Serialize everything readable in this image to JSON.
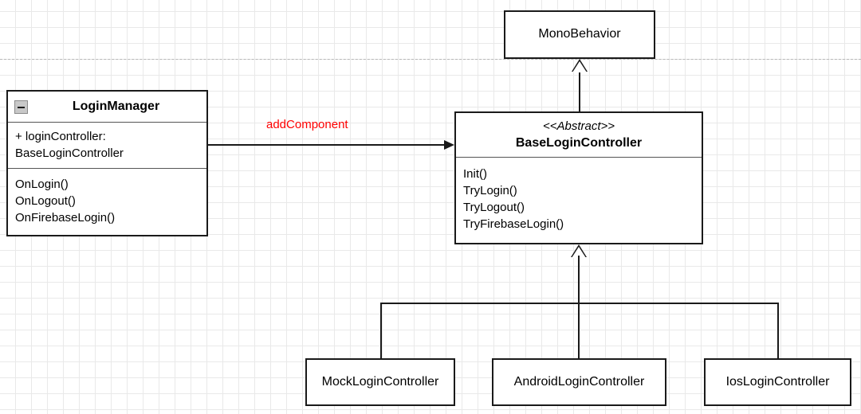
{
  "diagram": {
    "type": "uml-class-diagram",
    "background": "#ffffff",
    "grid_color": "#e9e9e9",
    "line_color": "#1a1a1a",
    "accent_color": "#ff0000"
  },
  "classes": {
    "mono_behavior": {
      "name": "MonoBehavior"
    },
    "login_manager": {
      "name": "LoginManager",
      "collapse_icon": "minus-icon",
      "attributes": "+ loginController:\nBaseLoginController",
      "operations": "OnLogin()\nOnLogout()\nOnFirebaseLogin()"
    },
    "base_login_controller": {
      "stereotype": "<<Abstract>>",
      "name": "BaseLoginController",
      "operations": "Init()\nTryLogin()\nTryLogout()\nTryFirebaseLogin()"
    },
    "mock_login_controller": {
      "name": "MockLoginController"
    },
    "android_login_controller": {
      "name": "AndroidLoginController"
    },
    "ios_login_controller": {
      "name": "IosLoginController"
    }
  },
  "relations": {
    "add_component": {
      "label": "addComponent",
      "kind": "directed-association",
      "color": "#ff0000"
    },
    "generalization_mono": {
      "kind": "generalization",
      "from": "BaseLoginController",
      "to": "MonoBehavior"
    },
    "generalization_subclasses": {
      "kind": "generalization",
      "from": "MockLoginController, AndroidLoginController, IosLoginController",
      "to": "BaseLoginController"
    }
  }
}
